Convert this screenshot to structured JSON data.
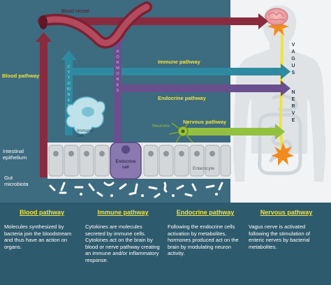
{
  "labels": {
    "blood_vessel": "Blood vessel",
    "blood_pathway": "Blood pathway",
    "immune_pathway": "Immune pathway",
    "endocrine_pathway": "Endocrine pathway",
    "nervous_pathway": "Nervous pathway",
    "cytokines": "CYTOKINES",
    "hormones": "HORMONES",
    "immune_cell": "Immune cell",
    "endocrine_cell": "Endocrine cell",
    "neurone": "Neurone",
    "enterocyte": "Enterocyte",
    "intestinal_epithelium": "Intestinal epithelium",
    "gut_microbiota": "Gut microbiota",
    "vagus_nerve_1": "VAGUS",
    "vagus_nerve_2": "NERVE"
  },
  "columns": [
    {
      "title": "Blood pathway",
      "text": "Molecules synthesized by bacteria join the bloodstream and thus have an action on organs."
    },
    {
      "title": "Immune pathway",
      "text": "Cytokines are molecules secreted by immune cells. Cytokines act on the brain by blood or nerve pathway creating an immune and/or inflammatory response."
    },
    {
      "title": "Endocrine pathway",
      "text": "Following the endocrine cells activation by metabolites, hormones produced act on the brain by modulating neuron activity."
    },
    {
      "title": "Nervous pathway",
      "text": "Vagus nerve is activated following the stimulation of enteric nerves by bacterial metabolites."
    }
  ],
  "colors": {
    "background": "#3d6b80",
    "bottom_panel": "#2e5a6d",
    "body_silhouette": "#f1f3f4",
    "blood": "#8a2a3e",
    "immune": "#2d8aa0",
    "endocrine": "#6a4f8e",
    "nervous": "#94c03f",
    "vagus": "#f2e33a",
    "title_yellow": "#f2e33a"
  }
}
